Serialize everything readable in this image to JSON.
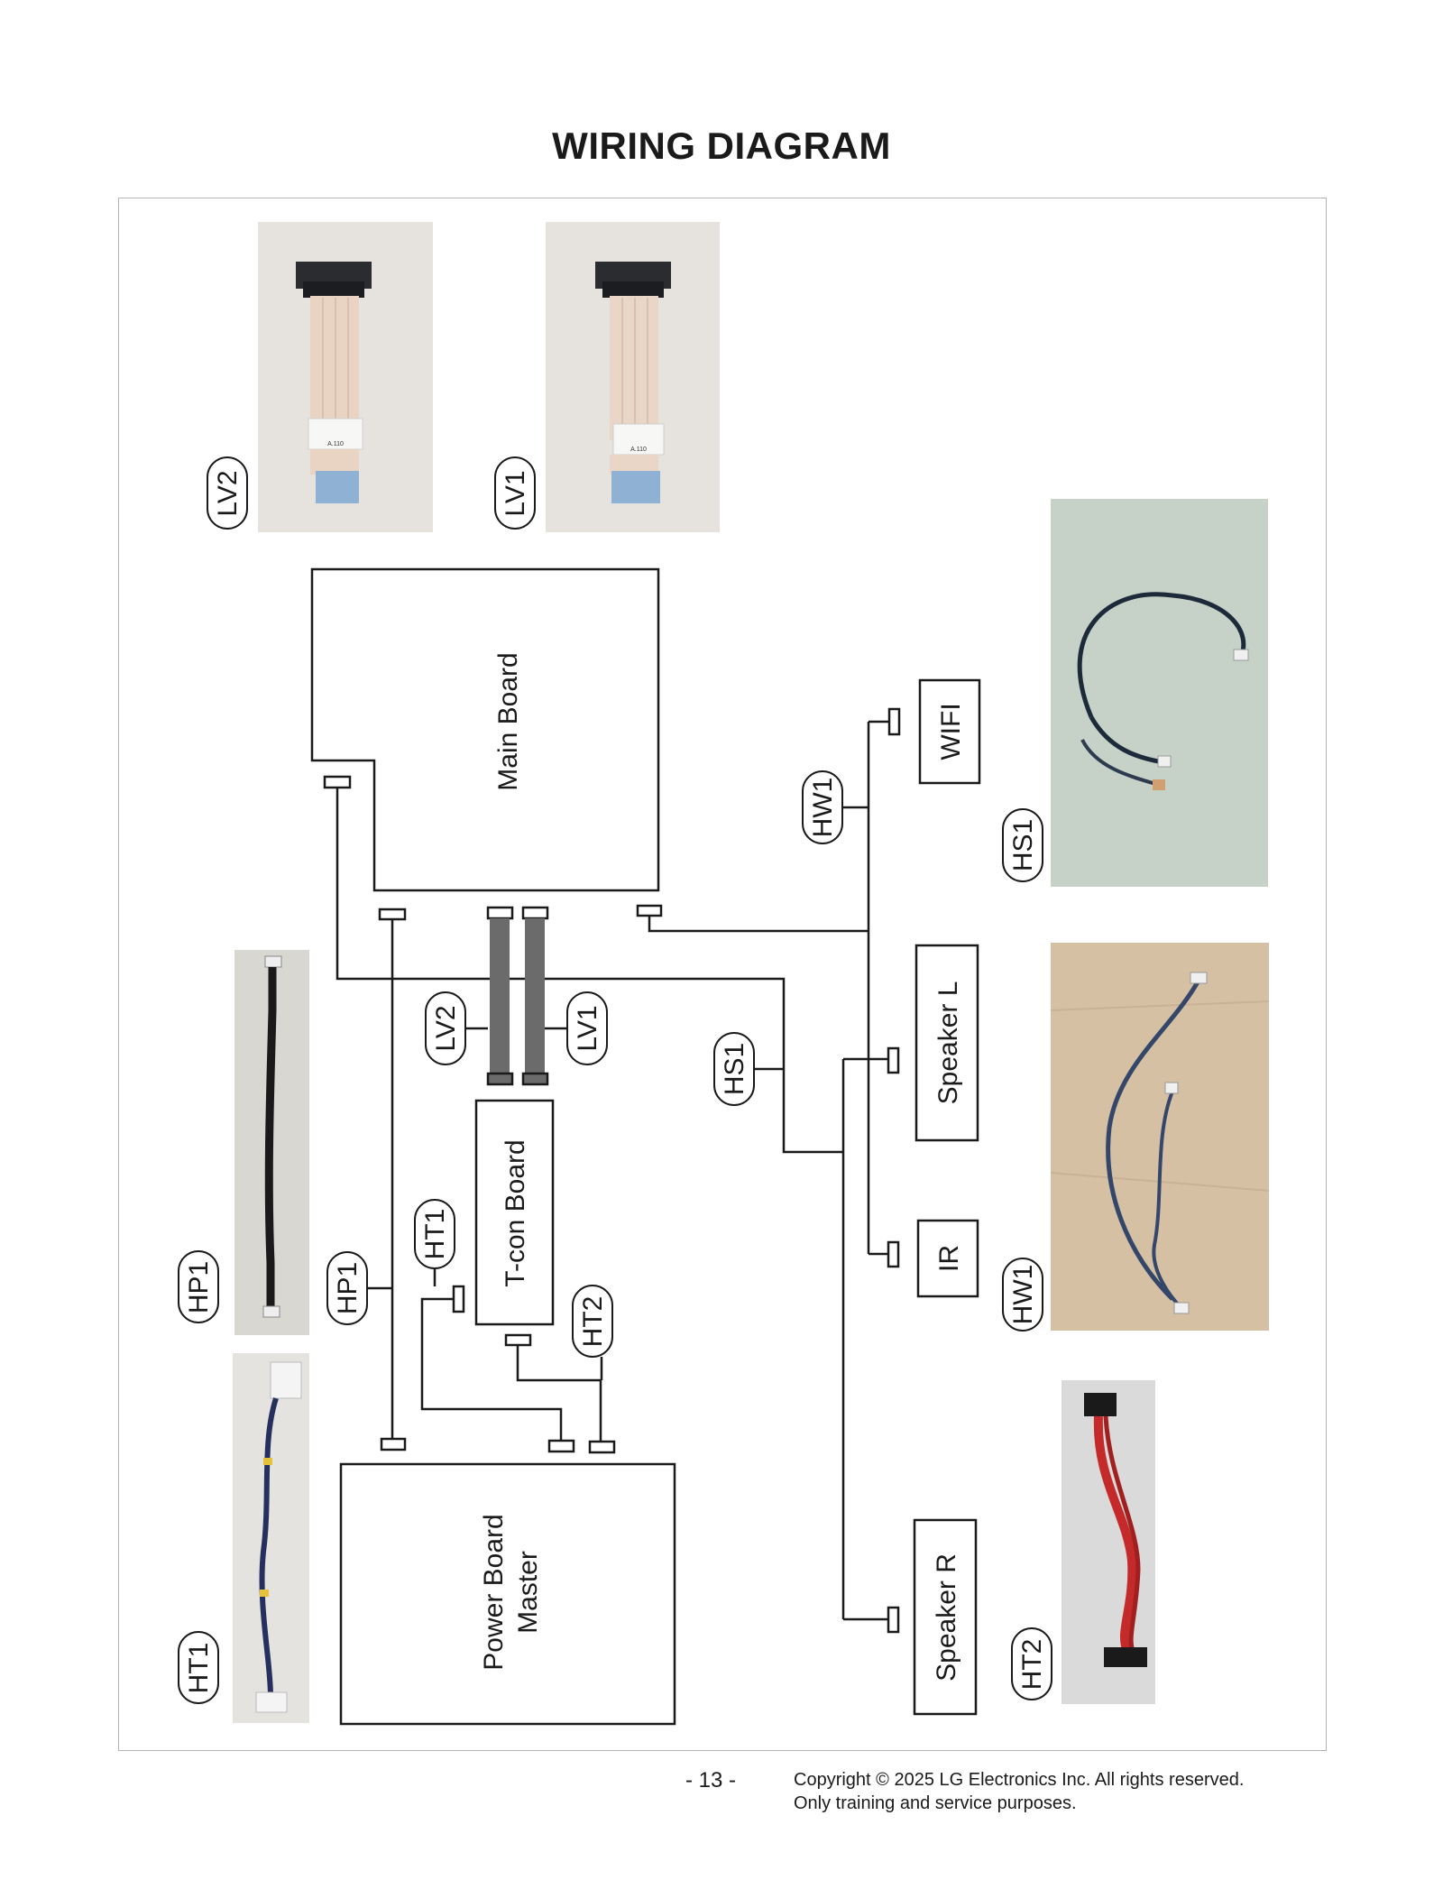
{
  "title": "WIRING DIAGRAM",
  "boards": {
    "main": "Main Board",
    "tcon": "T-con Board",
    "power_line1": "Power Board",
    "power_line2": "Master",
    "wifi": "WIFI",
    "speaker_l": "Speaker L",
    "ir": "IR",
    "speaker_r": "Speaker R"
  },
  "cable_tags": {
    "lv2": "LV2",
    "lv1": "LV1",
    "hs1": "HS1",
    "hw1": "HW1",
    "hp1": "HP1",
    "ht1": "HT1",
    "ht2": "HT2"
  },
  "photo_captions": {
    "lv2": "LV2",
    "lv1": "LV1",
    "hs1": "HS1",
    "hw1": "HW1",
    "hp1": "HP1",
    "ht1": "HT1",
    "ht2": "HT2"
  },
  "photo_label_text": "A.110",
  "footer": {
    "page_number": "- 13 -",
    "copyright_line1": "Copyright © 2025 LG Electronics Inc. All rights reserved.",
    "copyright_line2": "Only training and service purposes."
  },
  "colors": {
    "line": "#1a1a1a",
    "ffc_cable": "#6b6b6b",
    "photo_background_wall": "#e6e3de",
    "photo_background_green": "#c6d2c8",
    "photo_background_wood": "#d6c0a4",
    "ribbon_blue": "#8fb1d4",
    "red_cable": "#c42a2a"
  }
}
